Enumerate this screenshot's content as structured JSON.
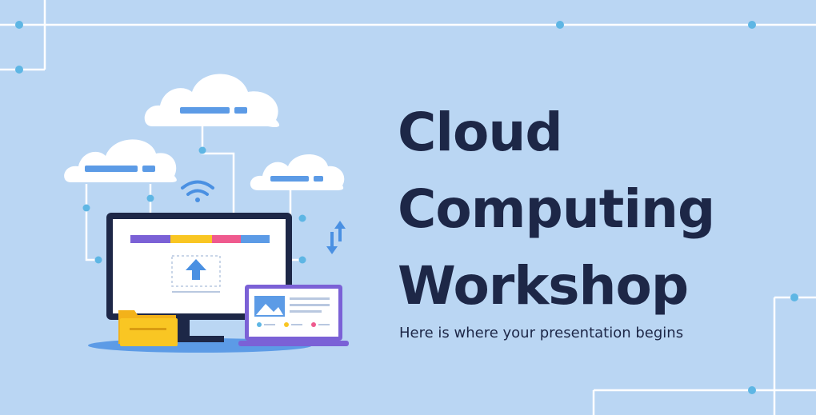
{
  "slide": {
    "title_lines": [
      "Cloud",
      "Computing",
      "Workshop"
    ],
    "subtitle": "Here is where your presentation begins"
  },
  "colors": {
    "background": "#bad6f3",
    "text": "#1d2747",
    "line": "#ffffff",
    "dot": "#5eb6e4",
    "accent_blue": "#4a90e2",
    "accent_purple": "#7b61d6",
    "accent_yellow": "#f9c623",
    "accent_pink": "#ef5a8e"
  },
  "icons": [
    "cloud-icon",
    "wifi-icon",
    "upload-arrow-icon",
    "sync-arrows-icon",
    "folder-icon",
    "image-icon"
  ]
}
